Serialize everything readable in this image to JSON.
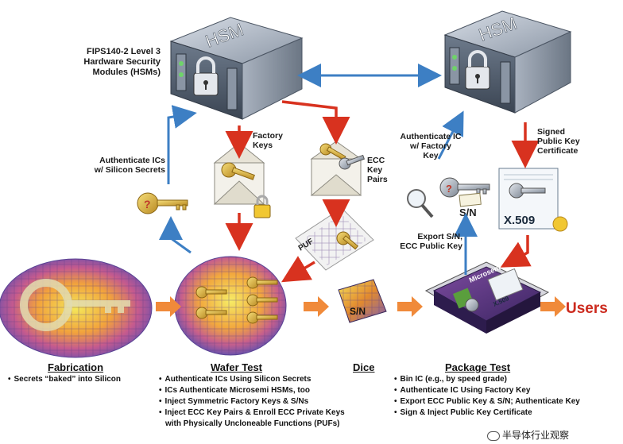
{
  "hsm": {
    "label_left": "HSM",
    "label_right": "HSM",
    "caption": [
      "FIPS140-2 Level 3",
      "Hardware Security",
      "Modules (HSMs)"
    ]
  },
  "labels": {
    "factory_keys": [
      "Factory",
      "Keys"
    ],
    "ecc_key_pairs": [
      "ECC",
      "Key",
      "Pairs"
    ],
    "authenticate_ics": [
      "Authenticate ICs",
      "w/ Silicon Secrets"
    ],
    "authenticate_ic_factory": [
      "Authenticate IC",
      "w/ Factory",
      "Key"
    ],
    "signed_cert": [
      "Signed",
      "Public Key",
      "Certificate"
    ],
    "export_sn": [
      "Export S/N,",
      "ECC Public Key"
    ],
    "puf": "PUF",
    "sn_key": "S/N",
    "sn_die": "S/N",
    "x509_cert": "X.509",
    "x509_chip": "X.509",
    "microsemi": "Microsemi",
    "users": "Users"
  },
  "stages": [
    {
      "title": "Fabrication",
      "bullets": [
        "Secrets “baked” into Silicon"
      ]
    },
    {
      "title": "Wafer Test",
      "bullets": [
        "Authenticate ICs Using Silicon Secrets",
        "ICs Authenticate Microsemi HSMs, too",
        "Inject Symmetric Factory Keys & S/Ns",
        "Inject ECC Key Pairs & Enroll ECC Private Keys",
        "with Physically Uncloneable Functions (PUFs)"
      ]
    },
    {
      "title": "Dice",
      "bullets": []
    },
    {
      "title": "Package Test",
      "bullets": [
        "Bin IC (e.g., by speed grade)",
        "Authenticate IC Using Factory Key",
        "Export ECC Public Key & S/N; Authenticate Key",
        "Sign & Inject Public Key Certificate"
      ]
    }
  ],
  "watermark": "半导体行业观察",
  "colors": {
    "red_arrow": "#d8321f",
    "blue_arrow": "#3d7fc4",
    "orange_arrow": "#f08a3a",
    "users": "#cc2a1e"
  }
}
